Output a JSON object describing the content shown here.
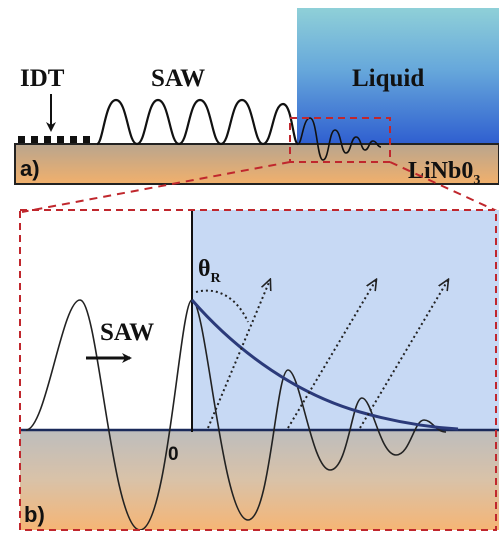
{
  "panel_a": {
    "label": "a)",
    "idt_label": "IDT",
    "saw_label": "SAW",
    "liquid_label": "Liquid",
    "substrate_label": "LiNb0"
  },
  "panel_b": {
    "label": "b)",
    "saw_label": "SAW",
    "origin_label": "0",
    "angle_symbol": "θ",
    "angle_subscript": "R"
  },
  "colors": {
    "frame_dashed": "#c0272d",
    "liquid_top": "#8fd0d8",
    "liquid_bottom": "#2f5fd0",
    "liquid_panel_b": "#c7d9f4",
    "substrate_top": "#bdbdbd",
    "substrate_bottom": "#f2b472",
    "wave_line": "#111111",
    "decay_curve": "#2b3a7a"
  }
}
